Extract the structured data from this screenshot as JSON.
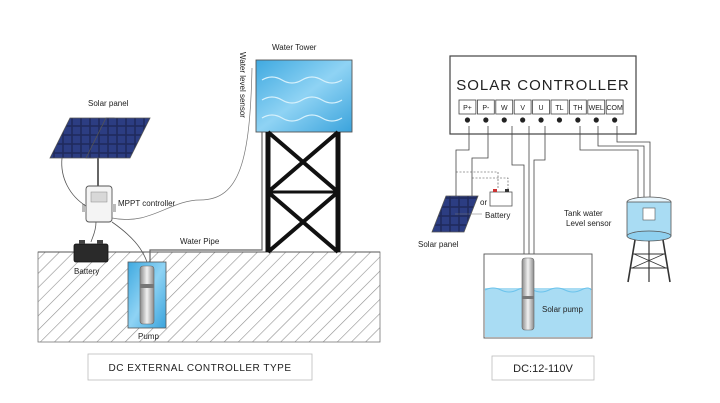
{
  "left_diagram": {
    "labels": {
      "solar_panel": "Solar panel",
      "mppt_controller": "MPPT controller",
      "battery": "Battery",
      "water_pipe": "Water Pipe",
      "water_tower": "Water Tower",
      "water_level_sensor": "Water level sensor",
      "pump": "Pump"
    },
    "caption": "DC EXTERNAL CONTROLLER TYPE"
  },
  "right_diagram": {
    "controller_title": "SOLAR CONTROLLER",
    "terminals": [
      "P+",
      "P-",
      "W",
      "V",
      "U",
      "TL",
      "TH",
      "WEL",
      "COM"
    ],
    "labels": {
      "solar_panel": "Solar panel",
      "or": "or",
      "battery": "Battery",
      "solar_pump": "Solar pump",
      "tank_water_level_sensor_line1": "Tank water",
      "tank_water_level_sensor_line2": "Level sensor"
    },
    "caption": "DC:12-110V"
  },
  "colors": {
    "water": "#5ab8e6",
    "water_light": "#a9dcf3",
    "ground_hatch": "#9a9a9a",
    "solar_cell": "#1f2a5c",
    "line": "#333333"
  }
}
